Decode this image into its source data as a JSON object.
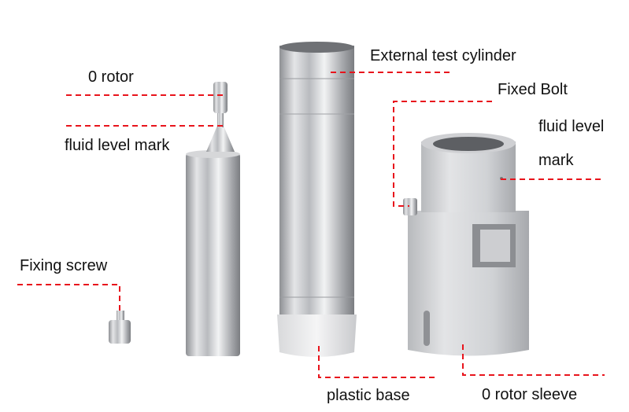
{
  "labels": {
    "rotor_0": "0 rotor",
    "fluid_level_mark_left": "fluid level mark",
    "external_test_cylinder": "External test cylinder",
    "fixed_bolt": "Fixed Bolt",
    "fluid_level_right_line1": "fluid level",
    "fluid_level_right_line2": "mark",
    "fixing_screw": "Fixing screw",
    "plastic_base": "plastic base",
    "rotor_0_sleeve": "0 rotor sleeve"
  },
  "colors": {
    "leader_line": "#e8141c"
  }
}
